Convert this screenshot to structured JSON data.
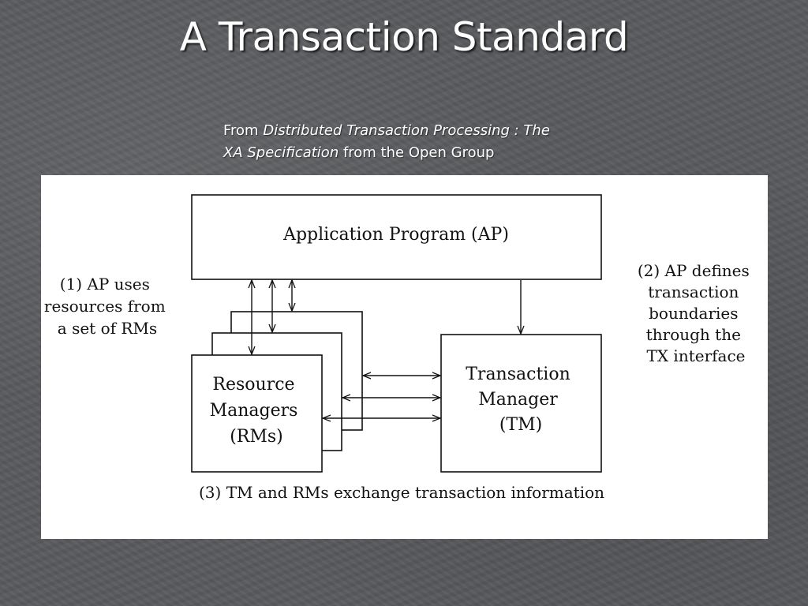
{
  "slide": {
    "title": "A Transaction Standard"
  },
  "citation": {
    "prefix": "From ",
    "source_title_line1": "Distributed Transaction Processing : The",
    "source_title_line2": "XA Specification",
    "suffix": " from the Open Group"
  },
  "diagram": {
    "ap_label": "Application Program (AP)",
    "rm_label_lines": [
      "Resource",
      "Managers",
      "(RMs)"
    ],
    "tm_label_lines": [
      "Transaction",
      "Manager",
      "(TM)"
    ],
    "note_left_lines": [
      "(1) AP uses",
      "resources from",
      "a set of RMs"
    ],
    "note_right_lines": [
      "(2) AP defines",
      "transaction",
      "boundaries",
      "through the",
      "TX interface"
    ],
    "note_bottom": "(3) TM and RMs exchange transaction information"
  }
}
